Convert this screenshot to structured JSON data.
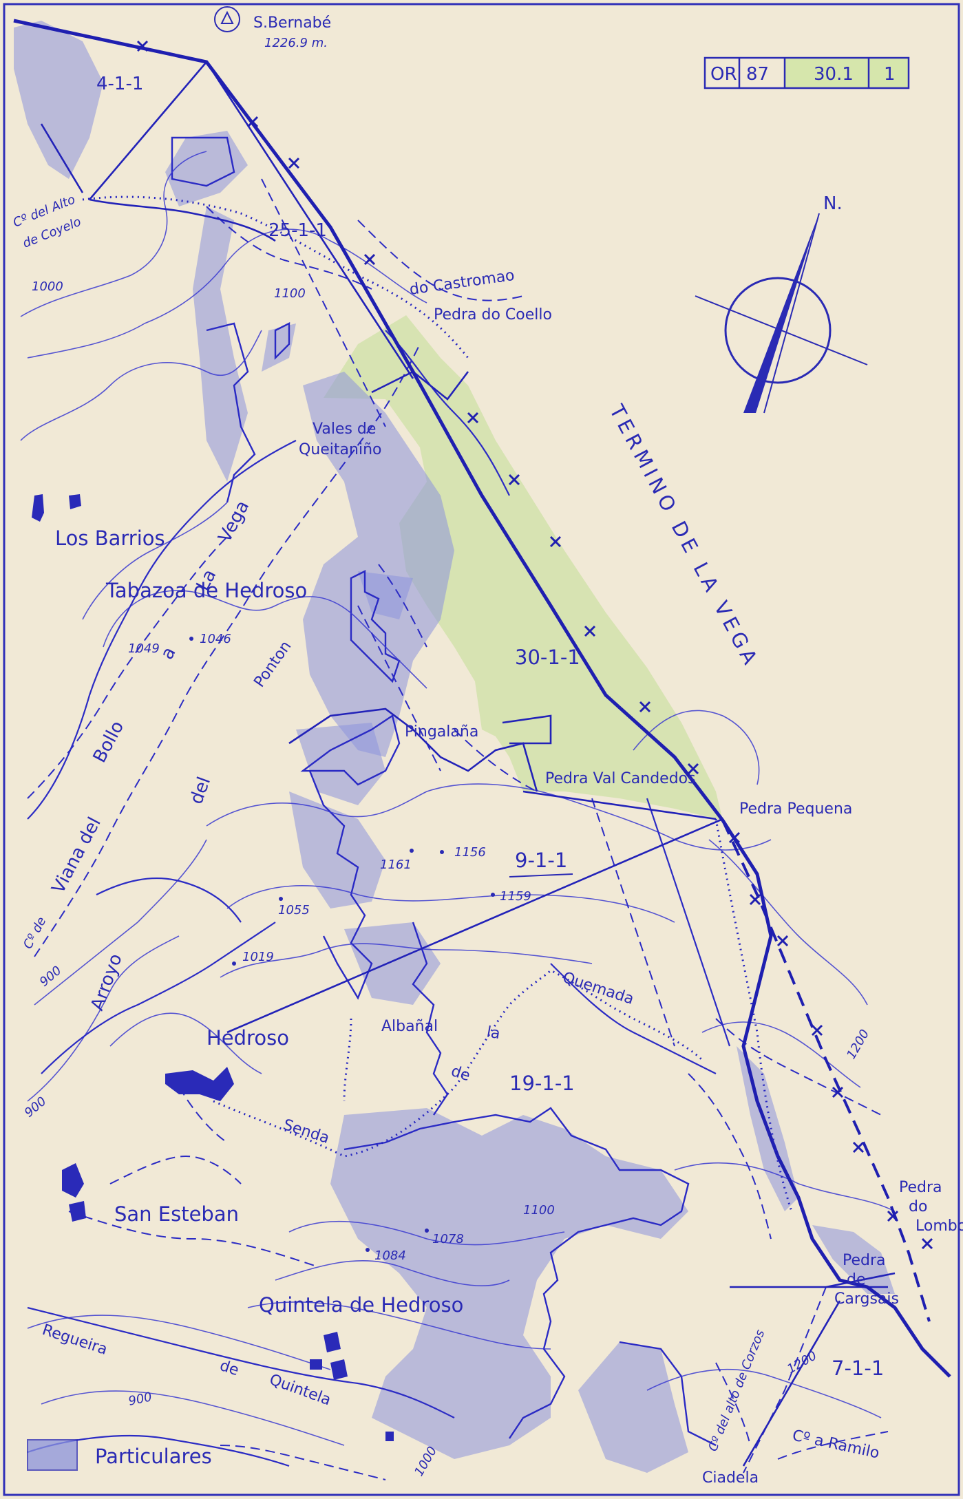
{
  "reference_box": {
    "cell1": "OR",
    "cell2": "87",
    "cell3": "30.1",
    "cell4": "1",
    "highlight_color": "#d6e6ac"
  },
  "summit": {
    "name": "S.Bernabé",
    "elevation": "1226.9 m."
  },
  "boundary_label": "TERMINO DE LA VEGA",
  "parcels": {
    "p1": "4-1-1",
    "p2": "25-1-1",
    "p3": "30-1-1",
    "p4": "9-1-1",
    "p5": "19-1-1",
    "p6": "7-1-1"
  },
  "places": {
    "los_barrios": "Los Barrios",
    "tabazoa": "Tabazoa de Hedroso",
    "hedroso": "Hedroso",
    "san_esteban": "San Esteban",
    "quintela": "Quintela de Hedroso",
    "vales": "Vales de",
    "vales2": "Queitaniño",
    "pingalana": "Pingalaña",
    "albanal": "Albañal",
    "ciadela": "Ciadela",
    "castromao": "do Castromao",
    "pedra_coello": "Pedra do Coello",
    "pedra_val": "Pedra Val Candedos",
    "pedra_pequena": "Pedra Pequena",
    "pedra_lombo1": "Pedra",
    "pedra_lombo2": "do",
    "pedra_lombo3": "Lombo",
    "pedra_cargas1": "Pedra",
    "pedra_cargas2": "de",
    "pedra_cargas3": "Cargsais"
  },
  "roads": {
    "alto1": "Cº del Alto",
    "alto2": "de Coyelo",
    "bollo1": "Bollo",
    "bollo2": "a",
    "bollo3": "La",
    "bollo4": "Vega",
    "viana1": "Cº de",
    "viana2": "Viana del",
    "arroyo1": "Arroyo",
    "arroyo2": "del",
    "arroyo3": "Ponton",
    "quemada1": "Quemada",
    "quemada2": "la",
    "quemada3": "de",
    "quemada4": "Senda",
    "regueira1": "Regueira",
    "regueira2": "de",
    "regueira3": "Quintela",
    "corzos": "Cº del alto de Corzos",
    "ramilo": "Cº a Ramilo"
  },
  "elevations": {
    "e1000a": "1000",
    "e1100a": "1100",
    "e1049": "1049",
    "e1046": "1046",
    "e1161": "1161",
    "e1156": "1156",
    "e1159": "1159",
    "e1055": "1055",
    "e1019": "1019",
    "e900a": "900",
    "e900b": "900",
    "e900c": "900",
    "e1200a": "1200",
    "e1200b": "1200",
    "e1100b": "1100",
    "e1078": "1078",
    "e1084": "1084",
    "e1000b": "1000"
  },
  "north": "N.",
  "legend": {
    "label": "Particulares",
    "swatch_color": "#8c94dc"
  }
}
